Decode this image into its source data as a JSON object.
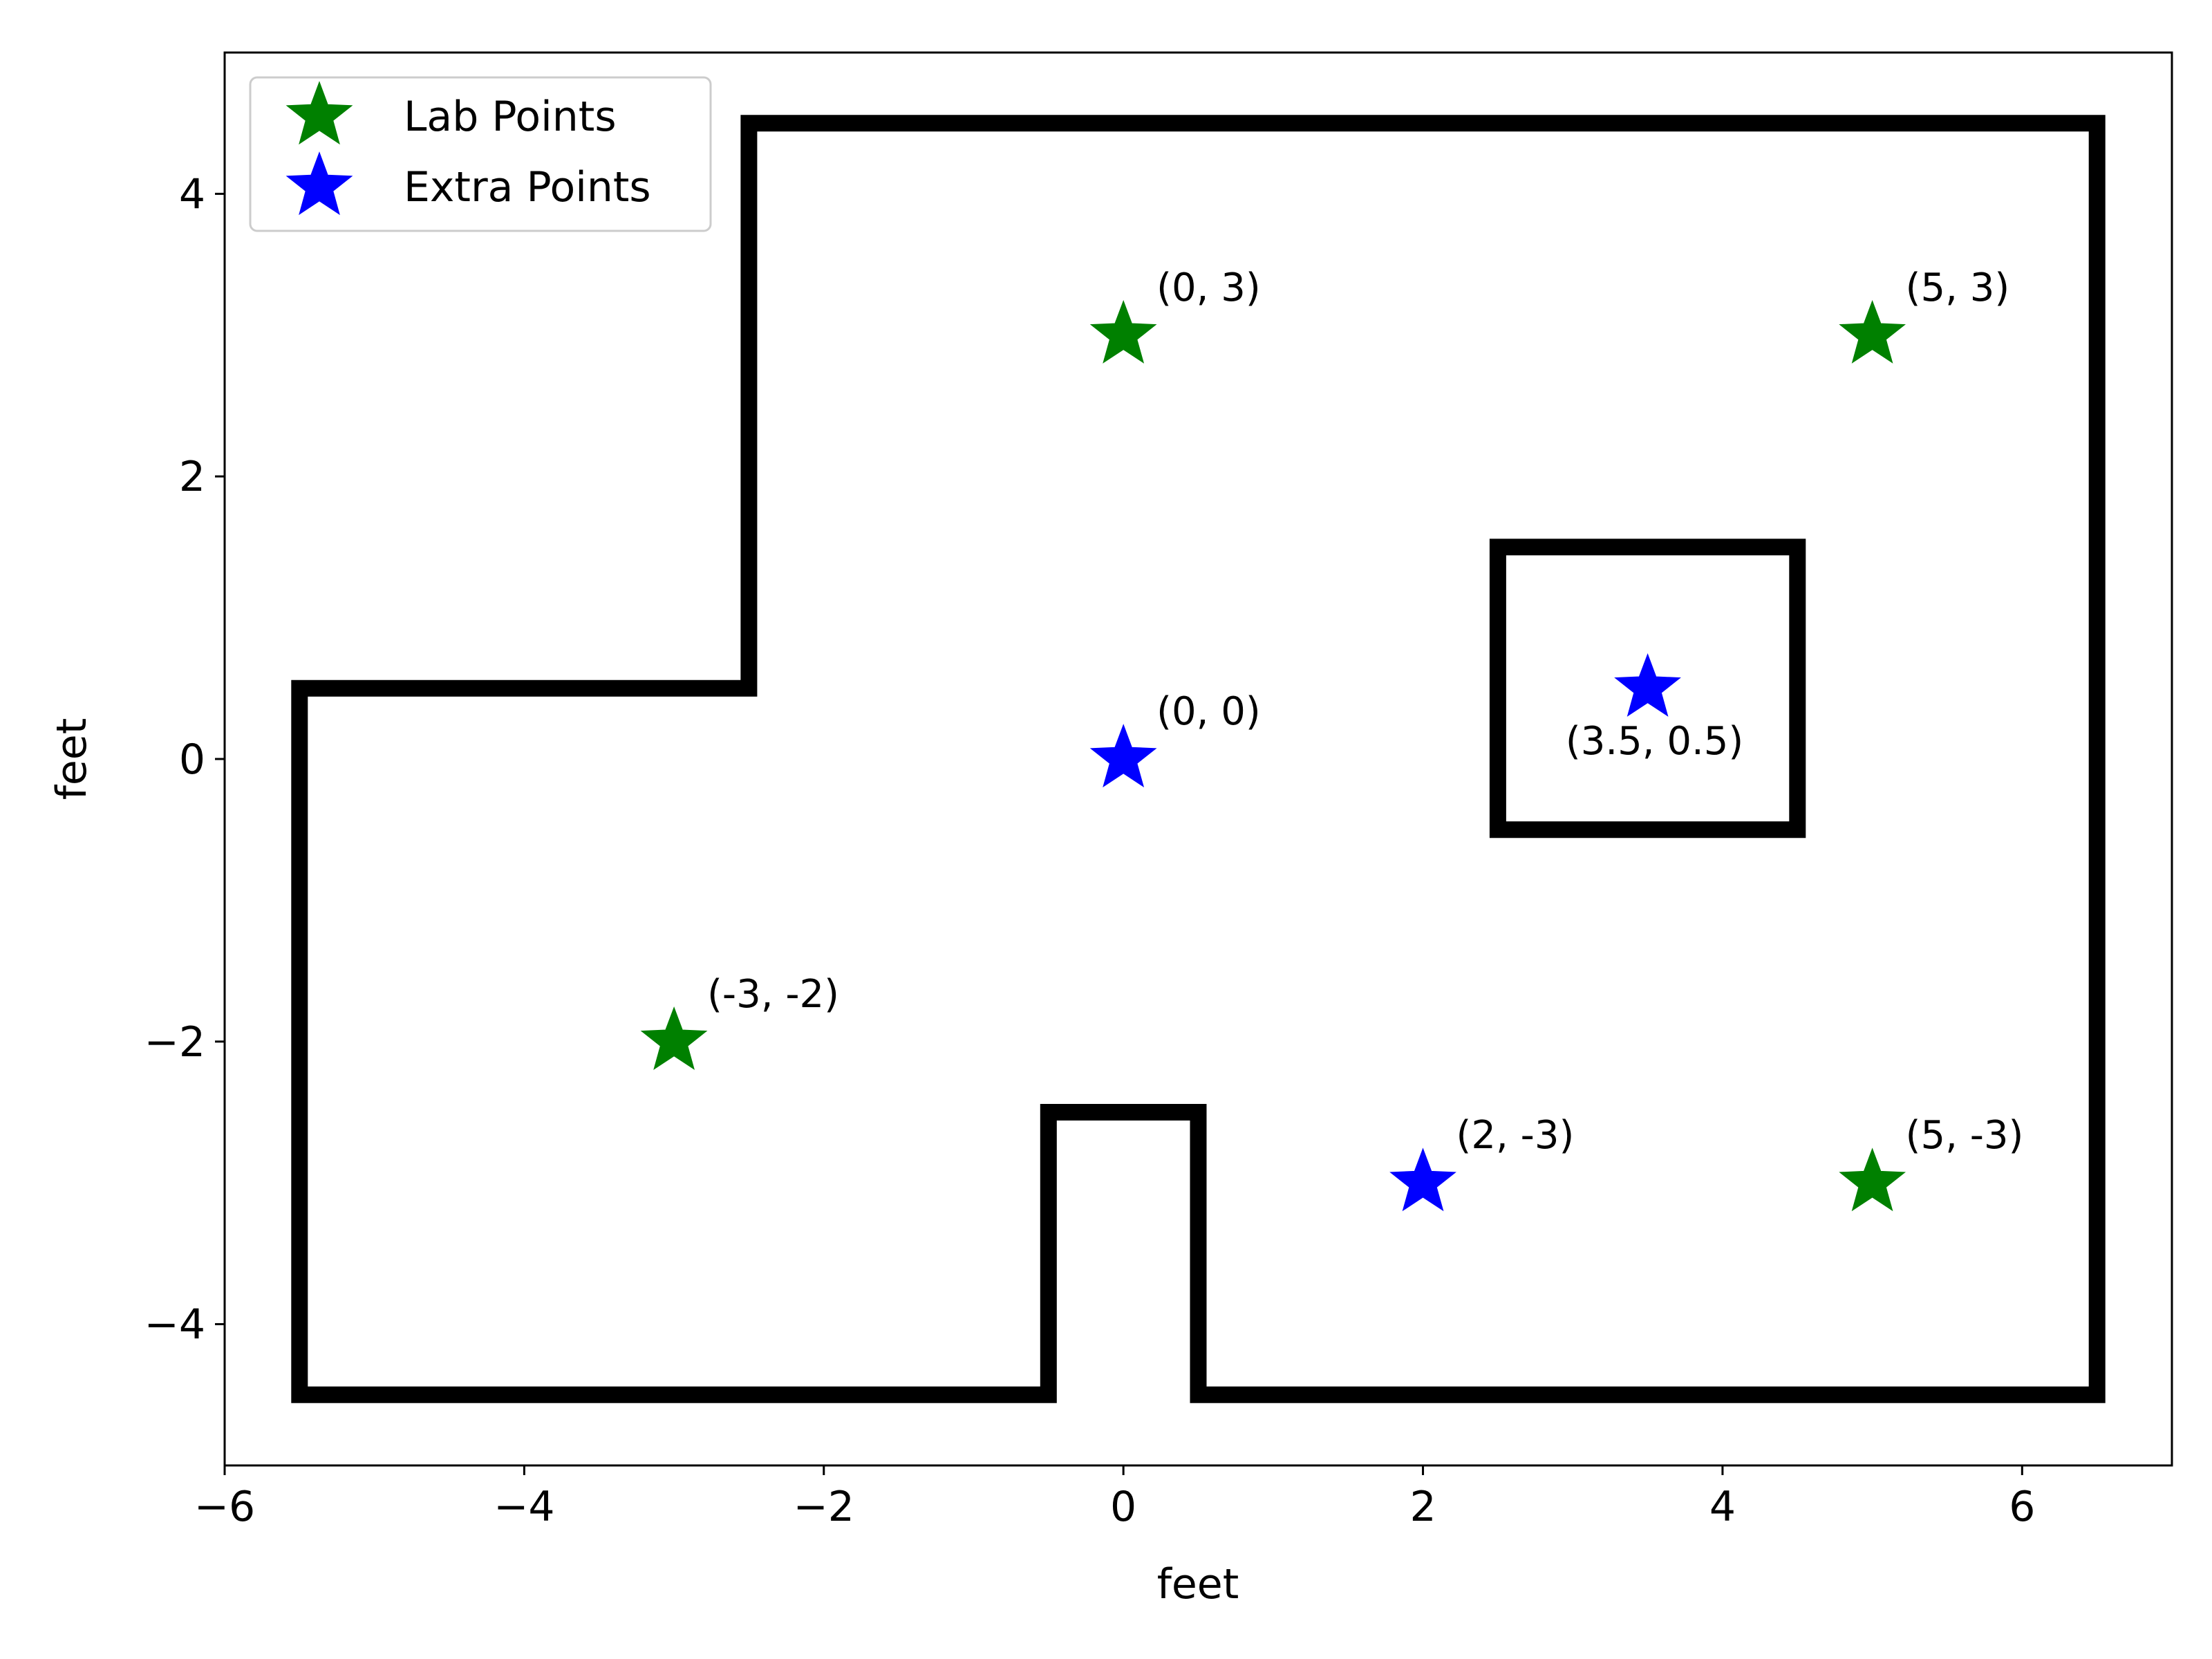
{
  "chart_data": {
    "type": "scatter",
    "xlabel": "feet",
    "ylabel": "feet",
    "xlim": [
      -6,
      7
    ],
    "ylim": [
      -5,
      5
    ],
    "xticks": [
      -6,
      -4,
      -2,
      0,
      2,
      4,
      6
    ],
    "xtick_labels": [
      "−6",
      "−4",
      "−2",
      "0",
      "2",
      "4",
      "6"
    ],
    "yticks": [
      -4,
      -2,
      0,
      2,
      4
    ],
    "ytick_labels": [
      "−4",
      "−2",
      "0",
      "2",
      "4"
    ],
    "grid": false,
    "legend_position": "top-left",
    "marker": "star",
    "series": [
      {
        "name": "Lab Points",
        "color": "#008000",
        "points": [
          {
            "x": 0,
            "y": 3,
            "label": "(0, 3)"
          },
          {
            "x": 5,
            "y": 3,
            "label": "(5, 3)"
          },
          {
            "x": -3,
            "y": -2,
            "label": "(-3, -2)"
          },
          {
            "x": 5,
            "y": -3,
            "label": "(5, -3)"
          }
        ]
      },
      {
        "name": "Extra Points",
        "color": "#0000ff",
        "points": [
          {
            "x": 0,
            "y": 0,
            "label": "(0, 0)"
          },
          {
            "x": 3.5,
            "y": 0.5,
            "label": "(3.5, 0.5)"
          },
          {
            "x": 2,
            "y": -3,
            "label": "(2, -3)"
          }
        ]
      }
    ],
    "walls": {
      "color": "#000000",
      "outer": [
        [
          -5.5,
          -4.5
        ],
        [
          -5.5,
          0.5
        ],
        [
          -2.5,
          0.5
        ],
        [
          -2.5,
          4.5
        ],
        [
          6.5,
          4.5
        ],
        [
          6.5,
          -4.5
        ],
        [
          0.5,
          -4.5
        ],
        [
          0.5,
          -2.5
        ],
        [
          -0.5,
          -2.5
        ],
        [
          -0.5,
          -4.5
        ],
        [
          -5.5,
          -4.5
        ]
      ],
      "inner": [
        [
          2.5,
          -0.5
        ],
        [
          2.5,
          1.5
        ],
        [
          4.5,
          1.5
        ],
        [
          4.5,
          -0.5
        ],
        [
          2.5,
          -0.5
        ]
      ]
    }
  }
}
